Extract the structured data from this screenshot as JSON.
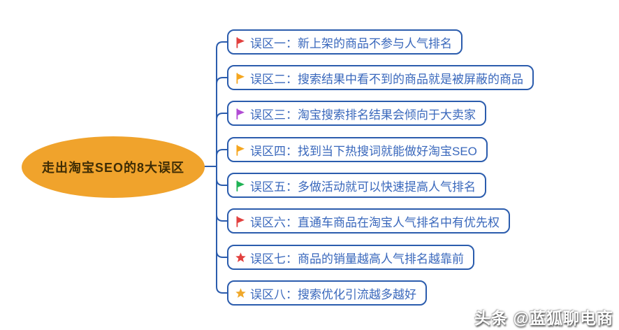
{
  "root": {
    "title": "走出淘宝SEO的8大误区"
  },
  "branches": [
    {
      "icon": "flag-icon",
      "icon_color": "#E2403E",
      "label": "误区一：新上架的商品不参与人气排名"
    },
    {
      "icon": "flag-icon",
      "icon_color": "#F5A61F",
      "label": "误区二：搜索结果中看不到的商品就是被屏蔽的商品"
    },
    {
      "icon": "flag-icon",
      "icon_color": "#B14BD4",
      "label": "误区三：淘宝搜索排名结果会倾向于大卖家"
    },
    {
      "icon": "flag-icon",
      "icon_color": "#F5A61F",
      "label": "误区四：找到当下热搜词就能做好淘宝SEO"
    },
    {
      "icon": "flag-icon",
      "icon_color": "#1FB254",
      "label": "误区五：多做活动就可以快速提高人气排名"
    },
    {
      "icon": "flag-icon",
      "icon_color": "#E2403E",
      "label": "误区六：直通车商品在淘宝人气排名中有优先权"
    },
    {
      "icon": "star-icon",
      "icon_color": "#E2403E",
      "label": "误区七：商品的销量越高人气排名越靠前"
    },
    {
      "icon": "star-icon",
      "icon_color": "#F0A82A",
      "label": "误区八：搜索优化引流越多越好"
    }
  ],
  "watermark": {
    "text": "头条 @蓝狐聊电商"
  },
  "colors": {
    "root_fill": "#F0A32C",
    "root_text": "#3F2D05",
    "connector": "#2B5CAD",
    "branch_border": "#2B5CAD",
    "branch_text": "#3A68BC"
  }
}
